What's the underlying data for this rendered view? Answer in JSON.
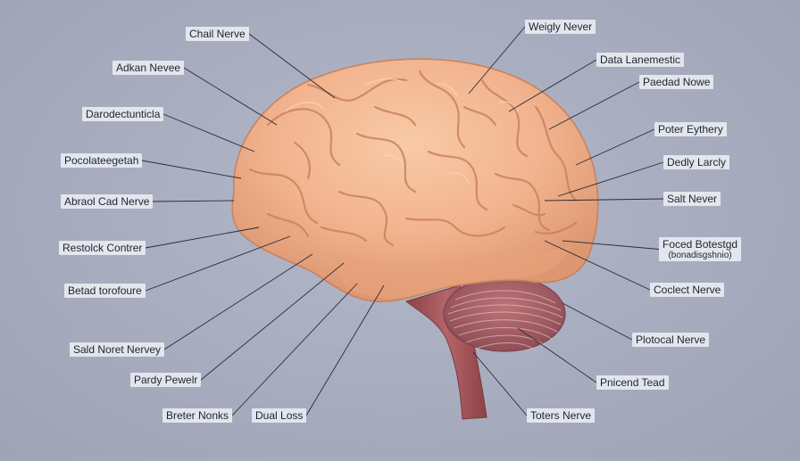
{
  "colors": {
    "background": "#a6abbd",
    "brain": "#f2b48f",
    "brain_shadow": "#d98f6a",
    "cerebellum": "#a86065",
    "stem": "#a9585c",
    "leader_line": "#2a2a35",
    "label_bg": "#e8eaf0"
  },
  "labels": {
    "left": [
      {
        "id": "chail-nerve",
        "text": "Chail Nerve"
      },
      {
        "id": "adkan-nevee",
        "text": "Adkan Nevee"
      },
      {
        "id": "darodectunticla",
        "text": "Darodectunticla"
      },
      {
        "id": "pocolateegetah",
        "text": "Pocolateegetah"
      },
      {
        "id": "abraol-cad-nerve",
        "text": "Abraol Cad Nerve"
      },
      {
        "id": "restolck-contrer",
        "text": "Restolck Contrer"
      },
      {
        "id": "betad-torofoure",
        "text": "Betad torofoure"
      },
      {
        "id": "sald-noret-nervey",
        "text": "Sald Noret Nervey"
      },
      {
        "id": "pardy-pewelr",
        "text": "Pardy Pewelr"
      },
      {
        "id": "breter-nonks",
        "text": "Breter Nonks"
      },
      {
        "id": "dual-loss",
        "text": "Dual Loss"
      }
    ],
    "right": [
      {
        "id": "weigly-never",
        "text": "Weigly Never"
      },
      {
        "id": "data-lanemestic",
        "text": "Data Lanemestic"
      },
      {
        "id": "paedad-nowe",
        "text": "Paedad Nowe"
      },
      {
        "id": "poter-eythery",
        "text": "Poter Eythery"
      },
      {
        "id": "dedly-larcly",
        "text": "Dedly Larcly"
      },
      {
        "id": "salt-never",
        "text": "Salt Never"
      },
      {
        "id": "foced-botestgd",
        "text": "Foced Botestgd",
        "sub": "(bonadisgshnio)"
      },
      {
        "id": "coclect-nerve",
        "text": "Coclect Nerve"
      },
      {
        "id": "plotocal-nerve",
        "text": "Plotocal Nerve"
      },
      {
        "id": "pnicend-tead",
        "text": "Pnicend Tead"
      },
      {
        "id": "toters-nerve",
        "text": "Toters Nerve"
      }
    ]
  }
}
